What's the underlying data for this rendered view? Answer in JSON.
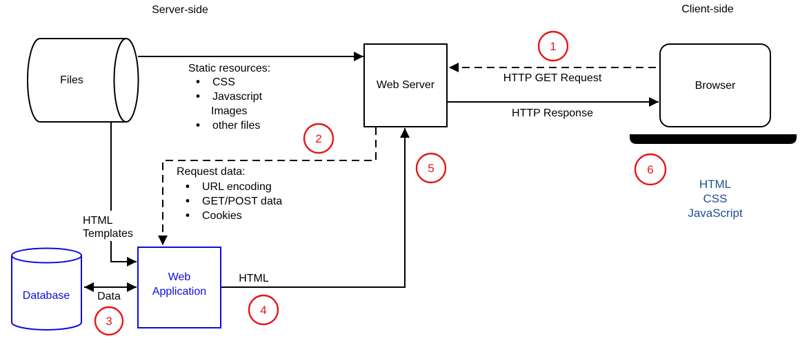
{
  "diagram": {
    "regions": {
      "server_side": "Server-side",
      "client_side": "Client-side"
    },
    "nodes": {
      "files": {
        "label": "Files"
      },
      "web_server": {
        "label": "Web Server"
      },
      "browser": {
        "label": "Browser"
      },
      "database": {
        "label": "Database"
      },
      "web_application": {
        "label_line1": "Web",
        "label_line2": "Application"
      }
    },
    "annotations": {
      "static_resources": {
        "title": "Static resources:",
        "items": [
          "CSS",
          "Javascript",
          "Images",
          "other files"
        ]
      },
      "request_data": {
        "title": "Request data:",
        "items": [
          "URL encoding",
          "GET/POST data",
          "Cookies"
        ]
      },
      "client_outputs": [
        "HTML",
        "CSS",
        "JavaScript"
      ]
    },
    "edge_labels": {
      "http_get_request": "HTTP GET Request",
      "http_response": "HTTP Response",
      "html_templates_line1": "HTML",
      "html_templates_line2": "Templates",
      "data": "Data",
      "html": "HTML"
    },
    "steps": [
      "1",
      "2",
      "3",
      "4",
      "5",
      "6"
    ],
    "colors": {
      "line": "#000000",
      "node_blue": "#0b0be0",
      "navy_text": "#1f4e8f",
      "step_red": "#e81515",
      "background": "#ffffff"
    }
  }
}
